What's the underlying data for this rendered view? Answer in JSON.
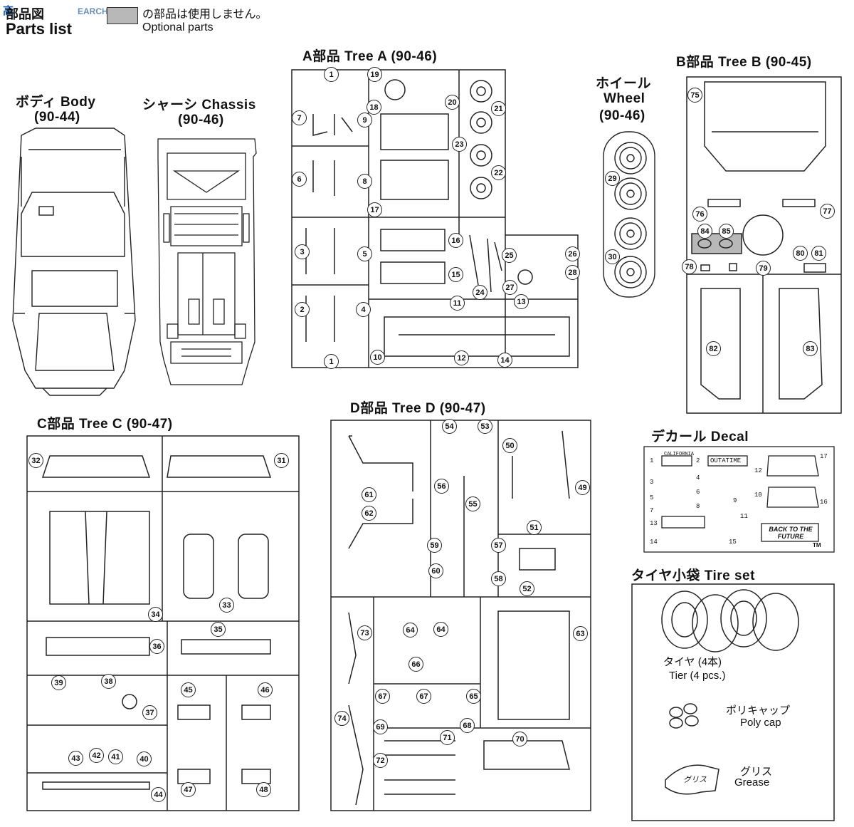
{
  "header": {
    "watermark": "EARCH",
    "jp_title": "部品図",
    "en_title": "Parts list",
    "legend_jp": "の部品は使用しません。",
    "legend_en": "Optional parts",
    "legend_swatch_color": "#b8b8b8"
  },
  "sections": {
    "body": {
      "title": "ボディ Body",
      "code": "(90-44)"
    },
    "chassis": {
      "title": "シャーシ Chassis",
      "code": "(90-46)"
    },
    "tree_a": {
      "title": "A部品 Tree A (90-46)"
    },
    "wheel": {
      "title_jp": "ホイール",
      "title_en": "Wheel",
      "code": "(90-46)"
    },
    "tree_b": {
      "title": "B部品 Tree B (90-45)"
    },
    "tree_c": {
      "title": "C部品 Tree C (90-47)"
    },
    "tree_d": {
      "title": "D部品 Tree D (90-47)"
    },
    "decal": {
      "title": "デカール Decal",
      "plate1": "CALIFORNIA",
      "plate2": "OUTATIME",
      "logo": "BACK TO THE FUTURE",
      "tm": "TM"
    },
    "tire_set": {
      "title": "タイヤ小袋 Tire set",
      "tire_jp": "タイヤ (4本)",
      "tire_en": "Tier (4 pcs.)",
      "polycap_jp": "ポリキャップ",
      "polycap_en": "Poly cap",
      "grease_jp": "グリス",
      "grease_en": "Grease",
      "grease_label": "グリス"
    }
  },
  "part_numbers": {
    "tree_a": [
      "1",
      "19",
      "20",
      "7",
      "18",
      "9",
      "21",
      "23",
      "6",
      "8",
      "22",
      "17",
      "3",
      "16",
      "5",
      "25",
      "26",
      "28",
      "15",
      "24",
      "27",
      "2",
      "4",
      "11",
      "13",
      "10",
      "12",
      "14",
      "1"
    ],
    "wheel": [
      "29",
      "30"
    ],
    "tree_b": [
      "75",
      "76",
      "77",
      "84",
      "85",
      "78",
      "79",
      "80",
      "81",
      "82",
      "83"
    ],
    "tree_c": [
      "32",
      "31",
      "34",
      "33",
      "35",
      "36",
      "39",
      "38",
      "37",
      "45",
      "46",
      "43",
      "42",
      "41",
      "40",
      "44",
      "47",
      "48"
    ],
    "tree_d": [
      "54",
      "53",
      "50",
      "49",
      "61",
      "62",
      "56",
      "55",
      "51",
      "59",
      "57",
      "60",
      "58",
      "52",
      "73",
      "64",
      "64",
      "63",
      "66",
      "67",
      "67",
      "65",
      "74",
      "69",
      "68",
      "71",
      "70",
      "72"
    ],
    "decal": [
      "1",
      "2",
      "3",
      "4",
      "5",
      "6",
      "7",
      "8",
      "9",
      "10",
      "11",
      "12",
      "13",
      "14",
      "15",
      "16",
      "17"
    ]
  },
  "colors": {
    "line": "#222222",
    "optional_fill": "#b8b8b8"
  }
}
